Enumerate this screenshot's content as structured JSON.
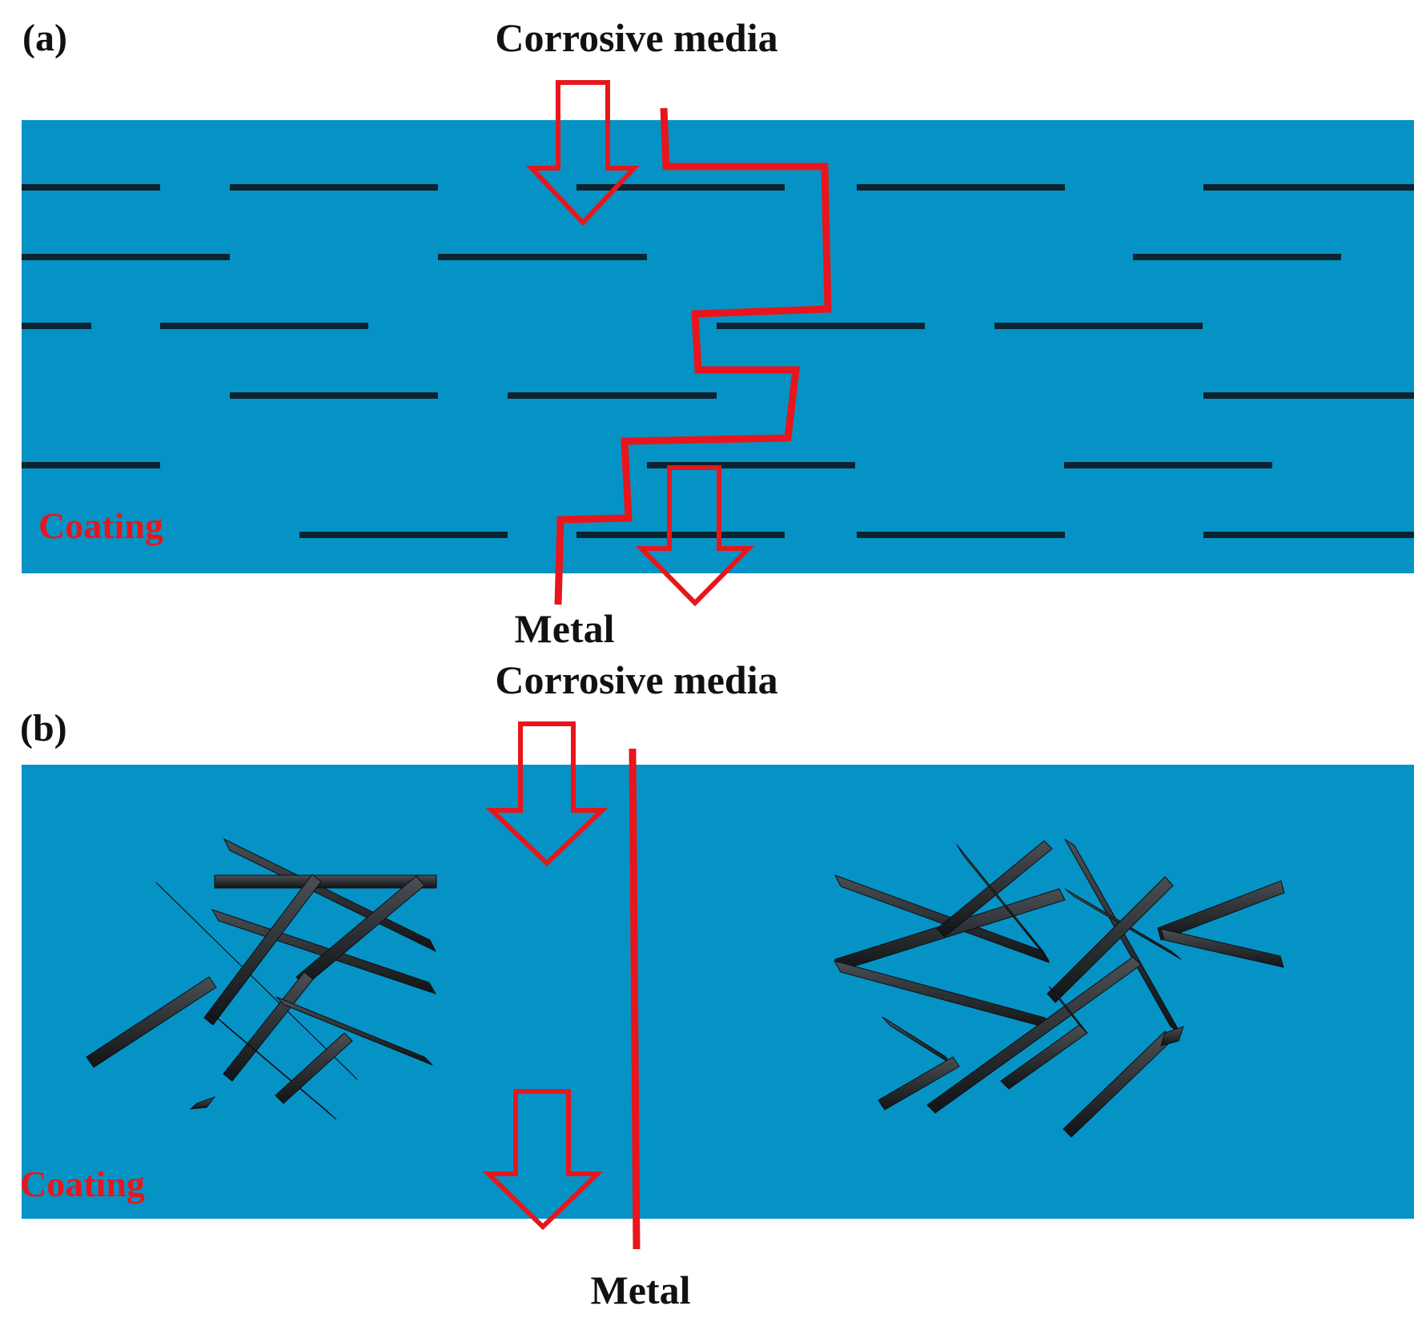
{
  "colors": {
    "coating": "#0593c6",
    "flake": "#0d2330",
    "arrow": "#e8161c",
    "text": "#111111"
  },
  "panel_a": {
    "label": "(a)",
    "top_text": "Corrosive media",
    "coating_text": "Coating",
    "bottom_text": "Metal",
    "filler": "flake-lines"
  },
  "panel_b": {
    "label": "(b)",
    "top_text": "Corrosive media",
    "coating_text": "Coating",
    "bottom_text": "Metal",
    "filler": "rod-clusters"
  }
}
